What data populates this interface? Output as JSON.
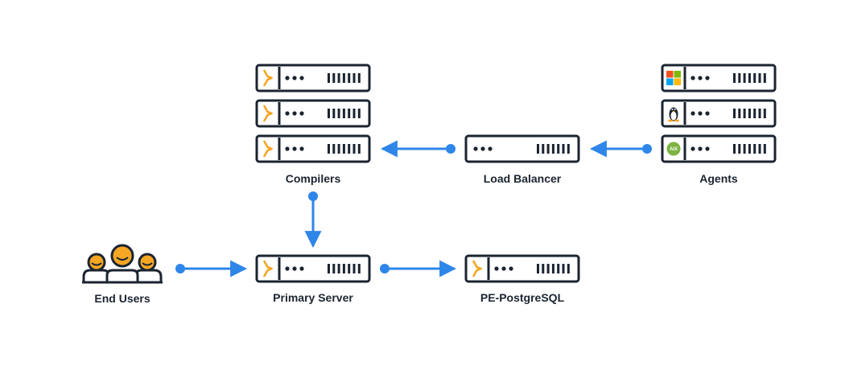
{
  "nodes": {
    "compilers": {
      "label": "Compilers"
    },
    "load_balancer": {
      "label": "Load Balancer"
    },
    "agents": {
      "label": "Agents"
    },
    "end_users": {
      "label": "End Users"
    },
    "primary_server": {
      "label": "Primary Server"
    },
    "pe_postgresql": {
      "label": "PE-PostgreSQL"
    }
  },
  "agent_platforms": [
    "windows-icon",
    "linux-tux-icon",
    "aix-icon"
  ],
  "aix_badge": "AIX",
  "colors": {
    "server_outline": "#1b2430",
    "accent_orange": "#f5a623",
    "arrow_blue": "#2e86e8",
    "label_text": "#1b2430"
  }
}
